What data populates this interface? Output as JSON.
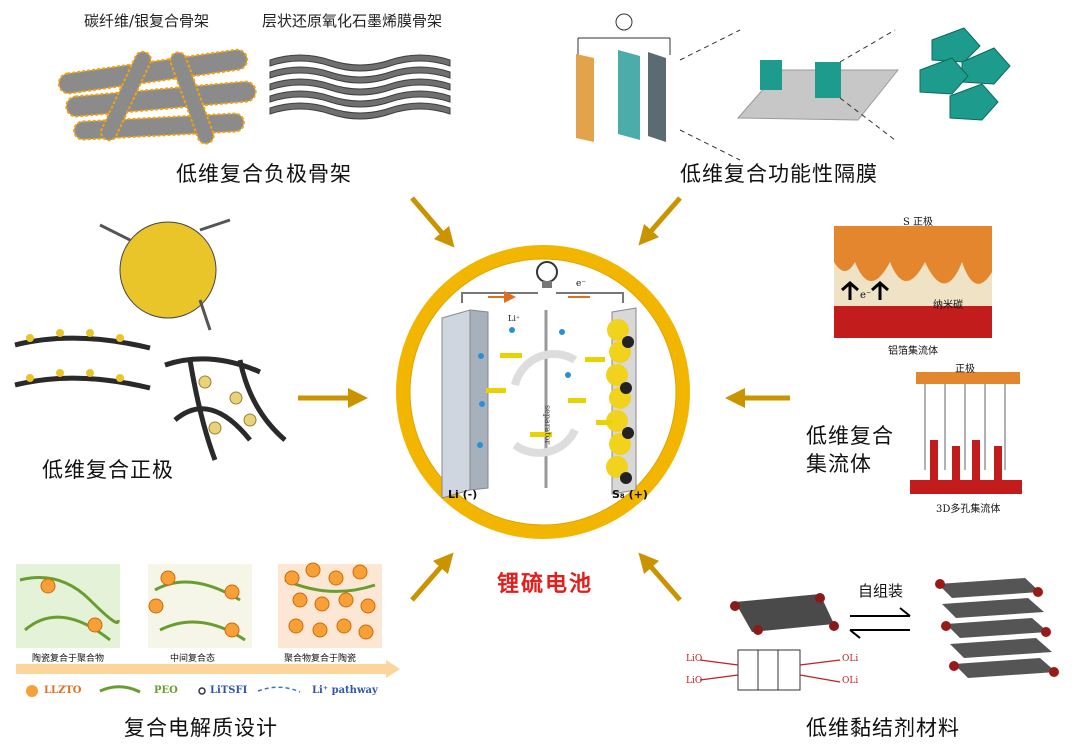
{
  "center": {
    "title": "锂硫电池",
    "anode_label": "Li (-)",
    "cathode_label": "S₈ (+)",
    "separator_label": "separator",
    "e_label": "e⁻",
    "li_label": "Li⁺"
  },
  "anode_framework": {
    "title": "低维复合负极骨架",
    "sub1": "碳纤维/银复合骨架",
    "sub2": "层状还原氧化石墨烯膜骨架"
  },
  "separator": {
    "title": "低维复合功能性隔膜"
  },
  "cathode": {
    "title": "低维复合正极"
  },
  "collector": {
    "title_line1": "低维复合",
    "title_line2": "集流体",
    "top_label": "S 正极",
    "mid_label": "纳米碳",
    "bottom_label": "铝箔集流体",
    "electrode_label": "正极",
    "porous_label": "3D多孔集流体",
    "e_up": "e⁻"
  },
  "electrolyte": {
    "title": "复合电解质设计",
    "stage1": "陶瓷复合于聚合物",
    "stage2": "中间复合态",
    "stage3": "聚合物复合于陶瓷",
    "legend_llzto": "LLZTO",
    "legend_peo": "PEO",
    "legend_litfsi": "LiTSFI",
    "legend_path": "Li⁺ pathway"
  },
  "binder": {
    "title": "低维黏结剂材料",
    "self_assembly": "自组装",
    "lio1": "LiO",
    "lio2": "LiO",
    "oli1": "OLi",
    "oli2": "OLi"
  },
  "colors": {
    "ring": "#f2b600",
    "arrow": "#b98a00",
    "red": "#e41d1d"
  }
}
